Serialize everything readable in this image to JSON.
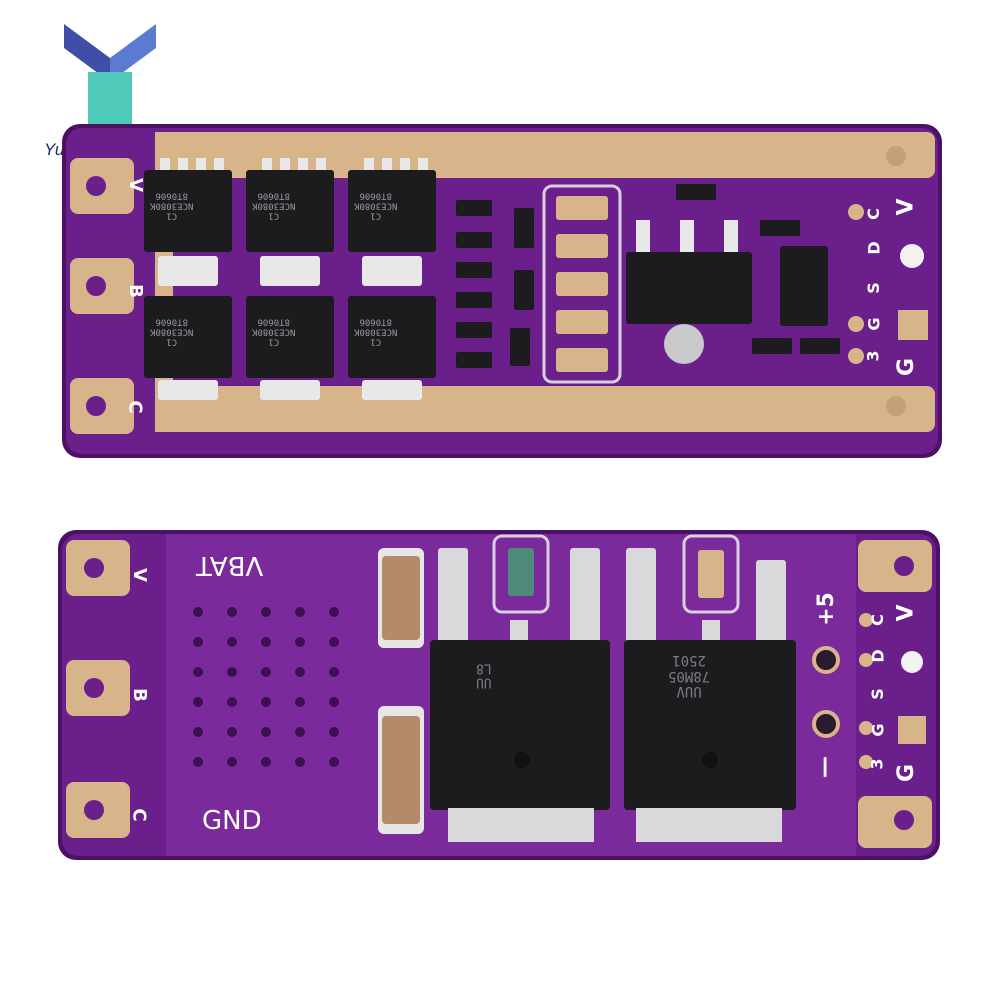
{
  "store": {
    "name": "Yun's Store"
  },
  "colors": {
    "board": "#6a1f8a",
    "board_edge": "#4a1164",
    "copper": "#d8b48a",
    "copper_dark": "#b8926a",
    "chip": "#1c1c1e",
    "silk": "#ffffff",
    "logo_blue": "#3f4fa8",
    "logo_teal": "#4fc9b9"
  },
  "top_board": {
    "pad_labels_left": [
      "V",
      "B",
      "C"
    ],
    "pad_labels_right": [
      "C",
      "D",
      "V",
      "S",
      "G",
      "3",
      "G"
    ],
    "mosfet_marking": "C1\nNCE3080K\n8T0606"
  },
  "bottom_board": {
    "vbat_label": "VBAT",
    "gnd_label": "GND",
    "plus_label": "+5",
    "minus_label": "—",
    "pad_labels_left": [
      "V",
      "B",
      "C"
    ],
    "pad_labels_right": [
      "C",
      "D",
      "V",
      "S",
      "G",
      "3",
      "G"
    ],
    "regulator_left_marking": "UU\nL8",
    "regulator_right_marking": "UUV\n78M05\n2501"
  }
}
